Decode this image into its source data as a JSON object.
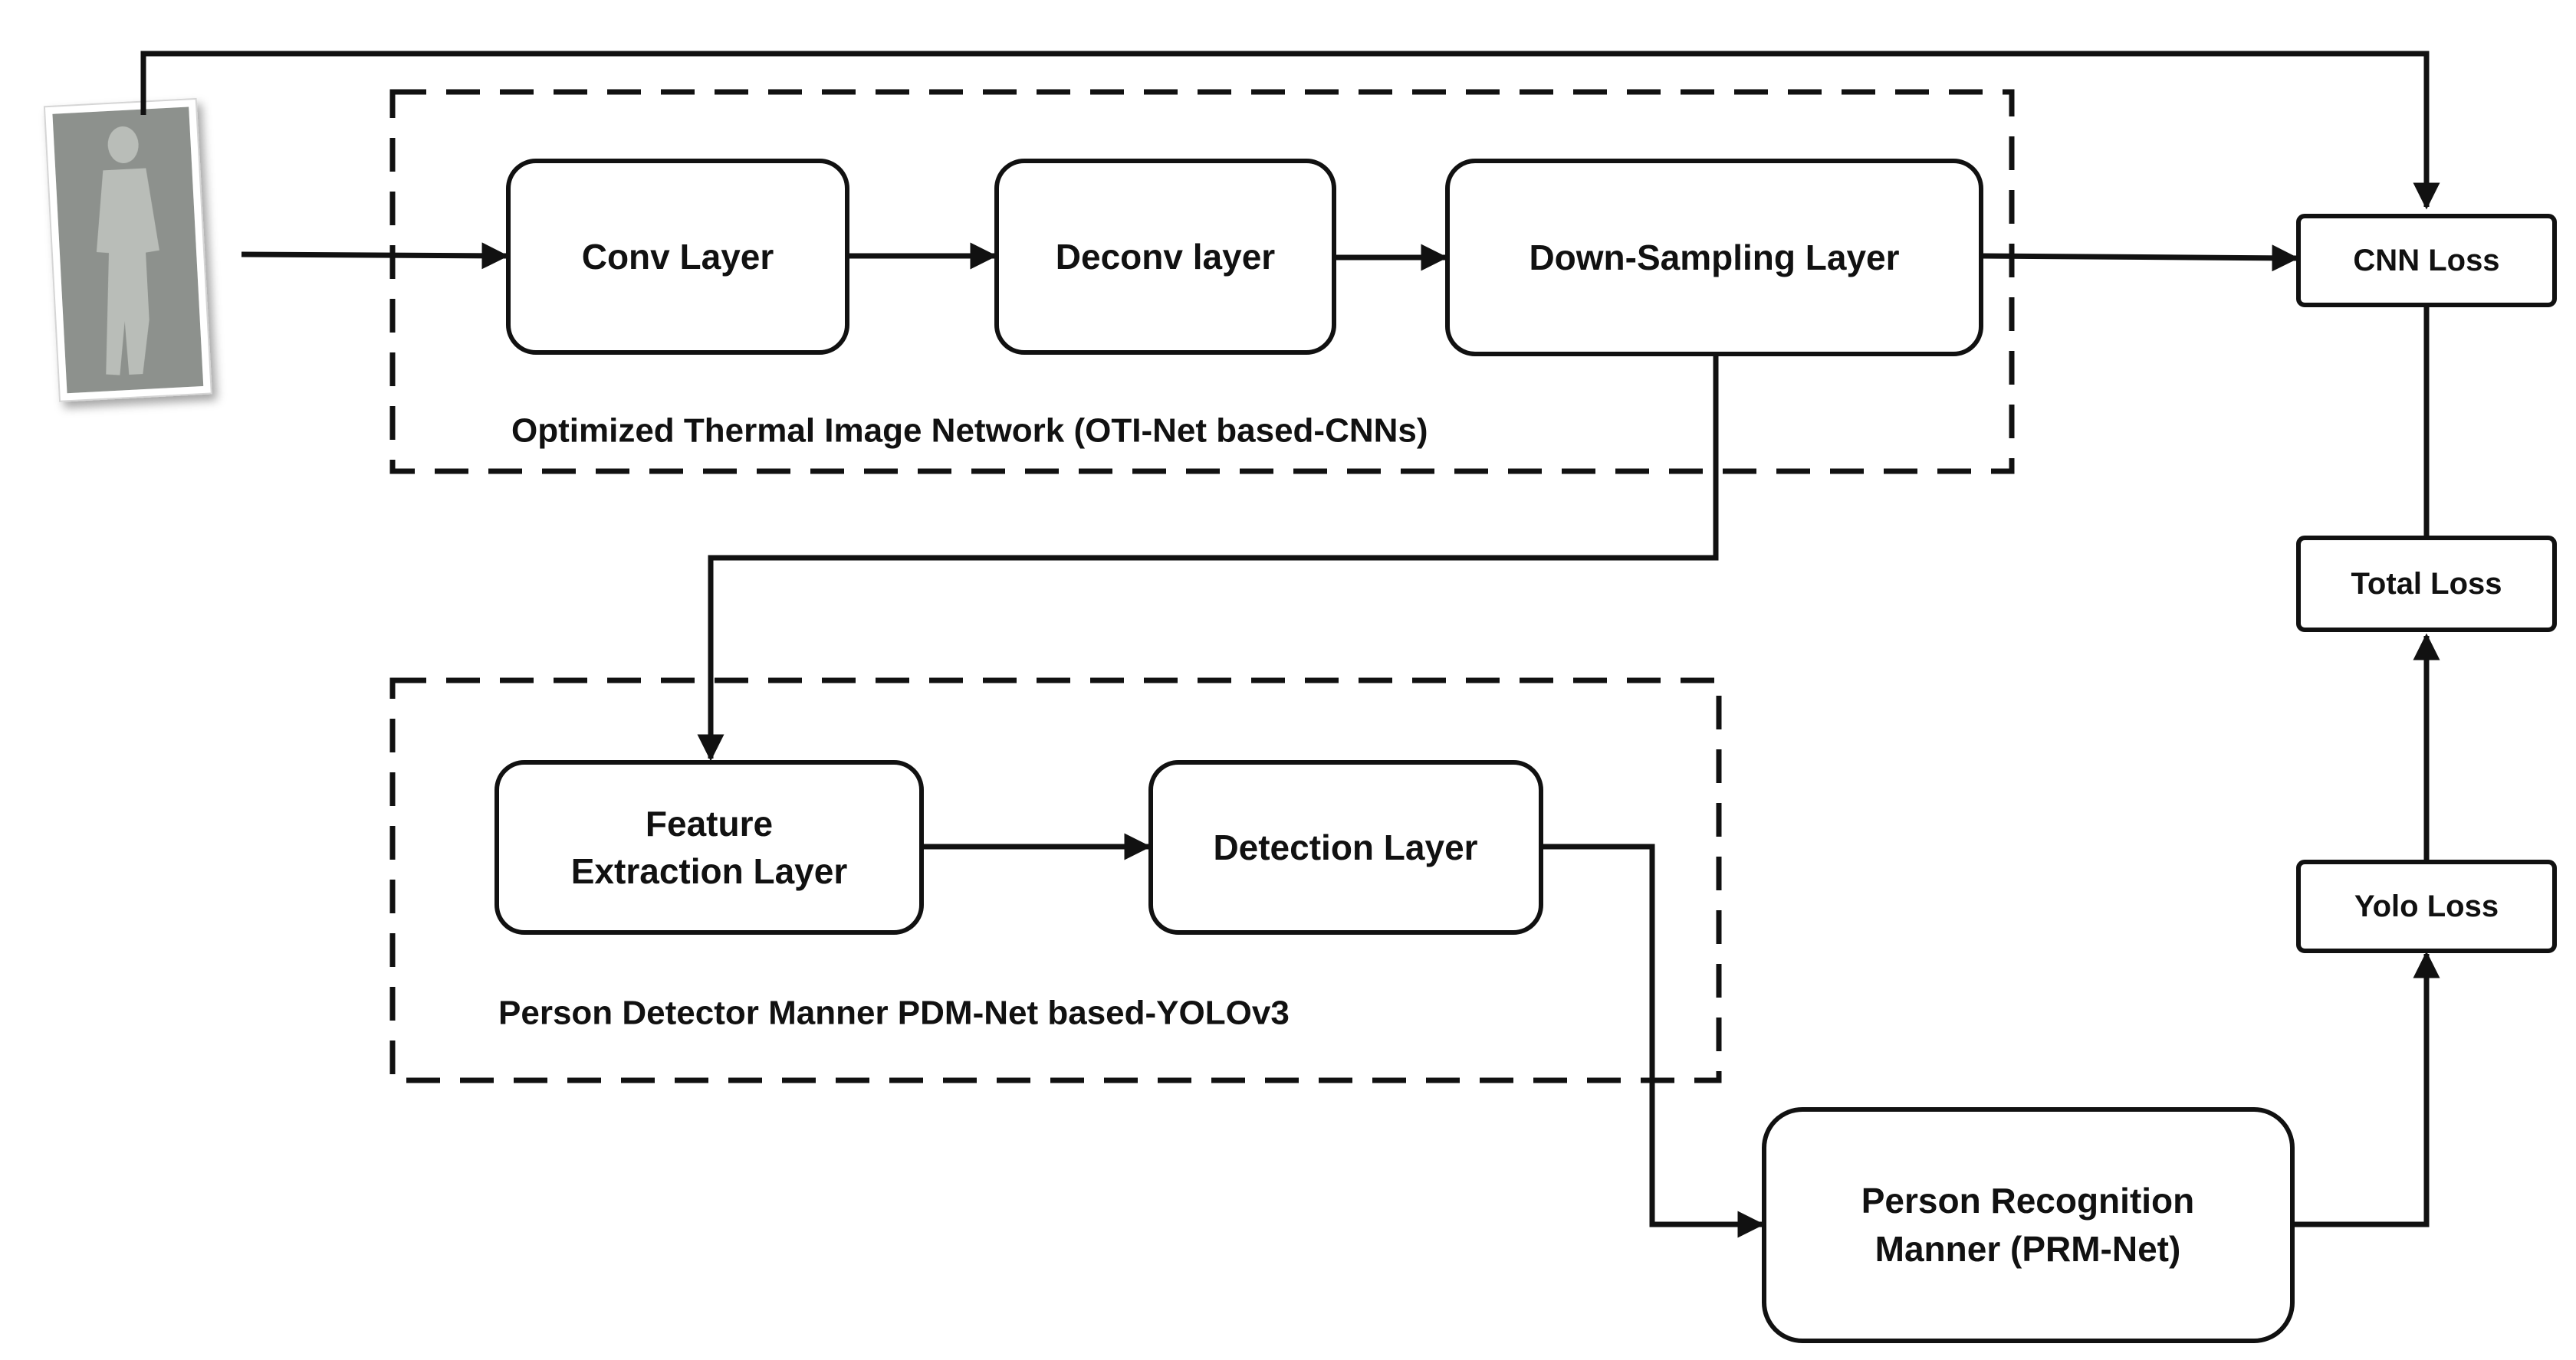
{
  "colors": {
    "stroke": "#111111",
    "background": "#ffffff",
    "thumbnail_bg": "#8d918d",
    "thumbnail_figure": "#b9bdb8"
  },
  "input": {
    "icon": "thermal-person-image-icon"
  },
  "groups": {
    "oti": {
      "label": "Optimized Thermal Image Network (OTI-Net based-CNNs)"
    },
    "pdm": {
      "label": "Person Detector Manner PDM-Net based-YOLOv3"
    }
  },
  "nodes": {
    "conv": {
      "label": "Conv Layer"
    },
    "deconv": {
      "label": "Deconv layer"
    },
    "downsampling": {
      "label": "Down-Sampling Layer"
    },
    "feature": {
      "line1": "Feature",
      "line2": "Extraction Layer"
    },
    "detection": {
      "label": "Detection Layer"
    },
    "prm": {
      "line1": "Person Recognition",
      "line2": "Manner (PRM-Net)"
    },
    "cnn_loss": {
      "label": "CNN Loss"
    },
    "total_loss": {
      "label": "Total Loss"
    },
    "yolo_loss": {
      "label": "Yolo Loss"
    }
  }
}
